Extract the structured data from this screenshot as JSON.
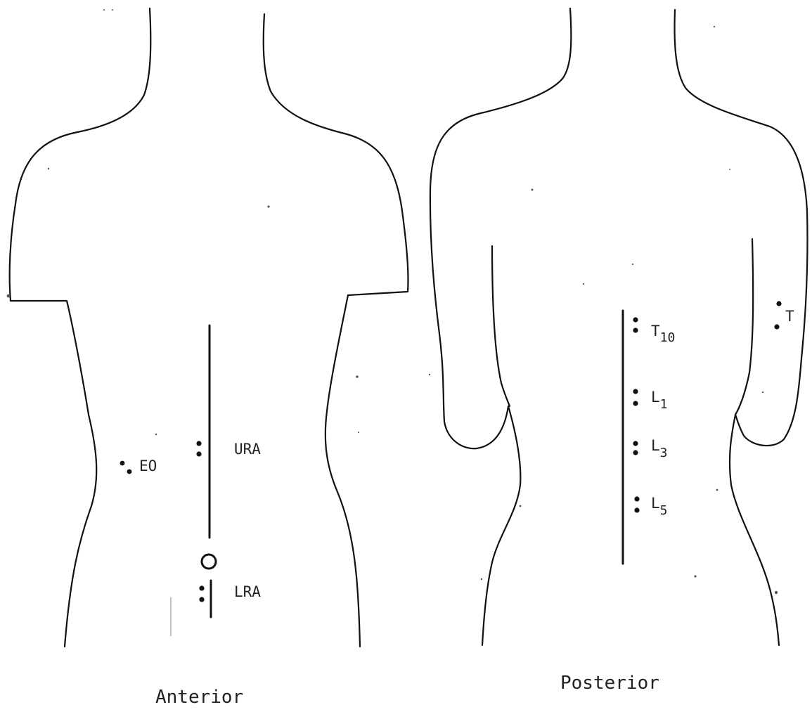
{
  "views": {
    "anterior": {
      "caption": "Anterior",
      "labels": {
        "eo": "EO",
        "ura": "URA",
        "lra": "LRA"
      }
    },
    "posterior": {
      "caption": "Posterior",
      "labels": {
        "t10_main": "T",
        "t10_sub": "10",
        "l1_main": "L",
        "l1_sub": "1",
        "l3_main": "L",
        "l3_sub": "3",
        "l5_main": "L",
        "l5_sub": "5",
        "t_side": "T"
      }
    }
  }
}
